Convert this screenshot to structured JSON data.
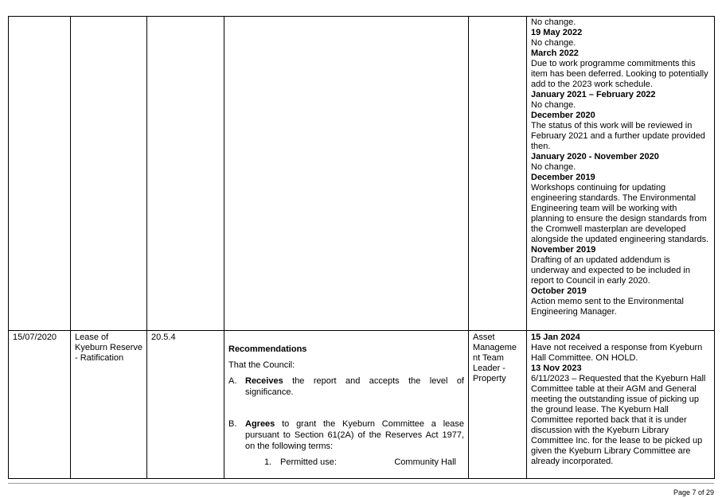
{
  "row1": {
    "updates": [
      {
        "title": "",
        "text": "No change."
      },
      {
        "title": "19 May 2022",
        "text": "No change."
      },
      {
        "title": "March 2022",
        "text": "Due to work programme commitments this item has been deferred. Looking to potentially add to the 2023 work schedule."
      },
      {
        "title": "January 2021 – February 2022",
        "text": "No change."
      },
      {
        "title": "December 2020",
        "text": "The status of this work will be reviewed in February 2021 and a further update provided then."
      },
      {
        "title": "January 2020 - November 2020",
        "text": "No change."
      },
      {
        "title": "December 2019",
        "text": "Workshops continuing for updating engineering standards. The Environmental Engineering team will be working with planning to ensure the design standards from the Cromwell masterplan are developed alongside the updated engineering standards."
      },
      {
        "title": "November 2019",
        "text": "Drafting of an updated addendum is underway and expected to be included in report to Council in early 2020."
      },
      {
        "title": "October 2019",
        "text": "Action memo sent to the Environmental Engineering Manager."
      }
    ]
  },
  "row2": {
    "date": "15/07/2020",
    "item": "Lease of Kyeburn Reserve - Ratification",
    "ref": "20.5.4",
    "recommendations": {
      "heading": "Recommendations",
      "intro": "That the Council:",
      "a_label": "A.",
      "a_bold": "Receives",
      "a_text": " the report and accepts the level of significance.",
      "b_label": "B.",
      "b_bold": "Agrees",
      "b_text": " to grant the Kyeburn Committee a lease pursuant to Section 61(2A) of the Reserves Act 1977, on the following terms:",
      "sub_num": "1.",
      "sub_label": "Permitted use:",
      "sub_value": "Community Hall"
    },
    "responsible": "Asset Manageme nt Team Leader - Property",
    "updates": [
      {
        "title": "15 Jan 2024",
        "text": "Have not received a response from Kyeburn Hall Committee.  ON HOLD."
      },
      {
        "title": "13 Nov 2023",
        "text": "6/11/2023 – Requested that the Kyeburn Hall Committee table at their AGM and General meeting the outstanding issue of picking up the ground lease.  The Kyeburn Hall Committee reported back that it is under discussion with the Kyeburn Library Committee Inc. for the lease to be picked up given the Kyeburn Library Committee are already incorporated."
      }
    ]
  },
  "footer": {
    "page": "Page 7 of 29"
  }
}
